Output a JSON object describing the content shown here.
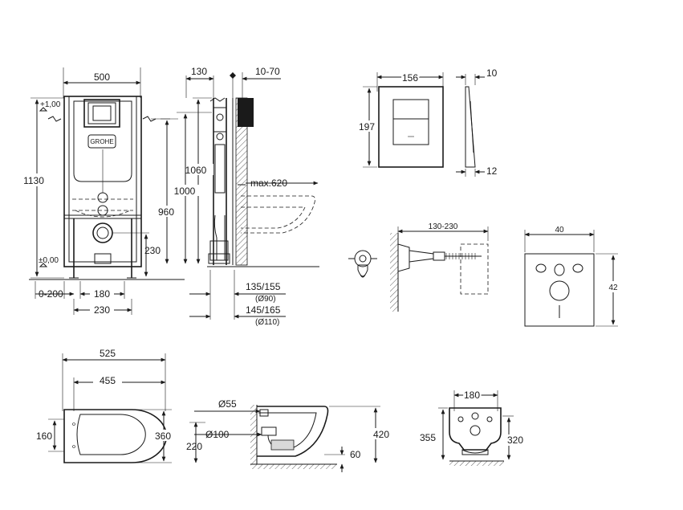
{
  "frame_front": {
    "width": "500",
    "height": "1130",
    "level_top": "+1,00",
    "level_floor": "±0,00",
    "outlet_height": "230",
    "offset": "0-200",
    "center": "180",
    "bolt_spacing": "230",
    "logo": "GROHE"
  },
  "frame_side": {
    "depth": "130",
    "wall_gap": "10-70",
    "h1060": "1060",
    "h1000": "1000",
    "h960": "960",
    "max_projection": "max.620",
    "d90_dist": "135/155",
    "d90": "(Ø90)",
    "d110_dist": "145/165",
    "d110": "(Ø110)"
  },
  "plate": {
    "width": "156",
    "height": "197",
    "thickness_top": "10",
    "thickness_bottom": "12"
  },
  "bolt": {
    "range": "130-230"
  },
  "pad": {
    "width": "40",
    "height": "42"
  },
  "bowl_top": {
    "length": "525",
    "length_inner": "455",
    "width_back": "160",
    "width": "360"
  },
  "bowl_side": {
    "d_small": "Ø55",
    "d_large": "Ø100",
    "outlet_h": "220",
    "height": "420",
    "rim": "60"
  },
  "bowl_back": {
    "bolt_dist": "180",
    "height": "355",
    "height_mount": "320"
  }
}
